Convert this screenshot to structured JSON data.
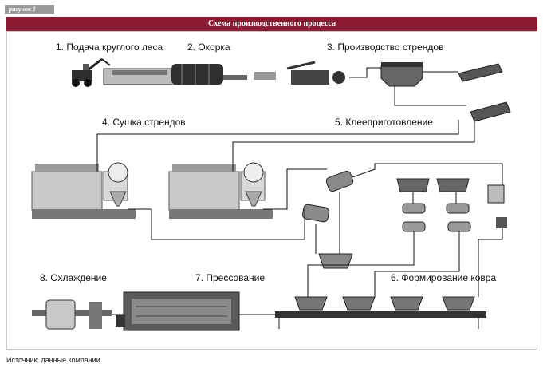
{
  "figure_tag": "рисунок 1",
  "title": "Схема производственного процесса",
  "steps": [
    {
      "label": "1. Подача круглого леса"
    },
    {
      "label": "2. Окорка"
    },
    {
      "label": "3. Производство стрендов"
    },
    {
      "label": "4. Сушка стрендов"
    },
    {
      "label": "5. Клееприготовление"
    },
    {
      "label": "6. Формирование ковра"
    },
    {
      "label": "7. Прессование"
    },
    {
      "label": "8. Охлаждение"
    }
  ],
  "source": "Источник: данные компании",
  "colors": {
    "title_bar": "#8b1a33",
    "machine_dark": "#3a3a3a",
    "machine_mid": "#8a8a8a",
    "line": "#111111"
  }
}
